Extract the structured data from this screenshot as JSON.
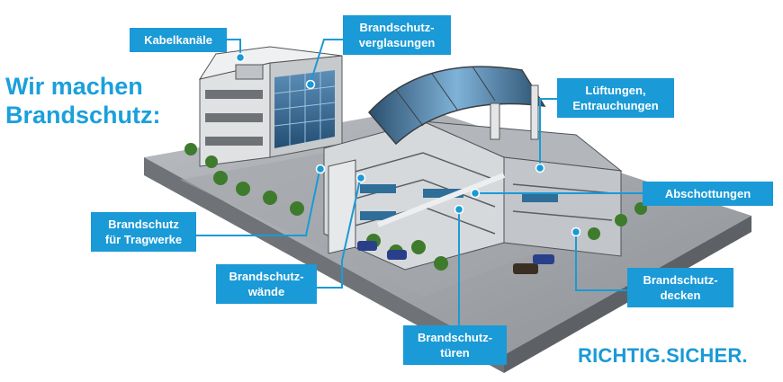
{
  "headline": {
    "line1": "Wir machen",
    "line2": "Brandschutz:"
  },
  "slogan": "RICHTIG.SICHER.",
  "colors": {
    "accent": "#1a9ad6",
    "text_on_accent": "#ffffff"
  },
  "callouts": {
    "kabelkanaele": {
      "lines": [
        "Kabelkanäle"
      ]
    },
    "verglasungen": {
      "lines": [
        "Brandschutz-",
        "verglasungen"
      ]
    },
    "lueftungen": {
      "lines": [
        "Lüftungen,",
        "Entrauchungen"
      ]
    },
    "abschottungen": {
      "lines": [
        "Abschottungen"
      ]
    },
    "tragwerke": {
      "lines": [
        "Brandschutz",
        "für Tragwerke"
      ]
    },
    "waende": {
      "lines": [
        "Brandschutz-",
        "wände"
      ]
    },
    "decken": {
      "lines": [
        "Brandschutz-",
        "decken"
      ]
    },
    "tueren": {
      "lines": [
        "Brandschutz-",
        "türen"
      ]
    }
  }
}
